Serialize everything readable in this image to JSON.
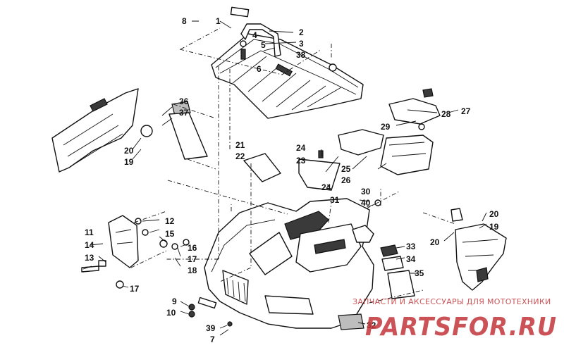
{
  "diagram": {
    "callouts": {
      "c1": "1",
      "c2": "2",
      "c3": "3",
      "c4": "4",
      "c5": "5",
      "c6": "6",
      "c7": "7",
      "c8": "8",
      "c9": "9",
      "c10": "10",
      "c11": "11",
      "c12": "12",
      "c13": "13",
      "c14": "14",
      "c15": "15",
      "c16": "16",
      "c17a": "17",
      "c17b": "17",
      "c18": "18",
      "c19a": "19",
      "c19b": "19",
      "c20a": "20",
      "c20b": "20",
      "c20c": "20",
      "c21": "21",
      "c22": "22",
      "c23": "23",
      "c24a": "24",
      "c24b": "24",
      "c25": "25",
      "c26": "26",
      "c27": "27",
      "c28": "28",
      "c29": "29",
      "c30": "30",
      "c31": "31",
      "c32": "32",
      "c33": "33",
      "c34": "34",
      "c35": "35",
      "c36": "36",
      "c37": "37",
      "c38": "38",
      "c39": "39",
      "c40": "40"
    }
  },
  "watermark": {
    "tagline": "ЗАПЧАСТИ И АКСЕССУАРЫ ДЛЯ МОТОТЕХНИКИ",
    "brand": "PARTSFOR.RU",
    "color": "#c2363a"
  }
}
